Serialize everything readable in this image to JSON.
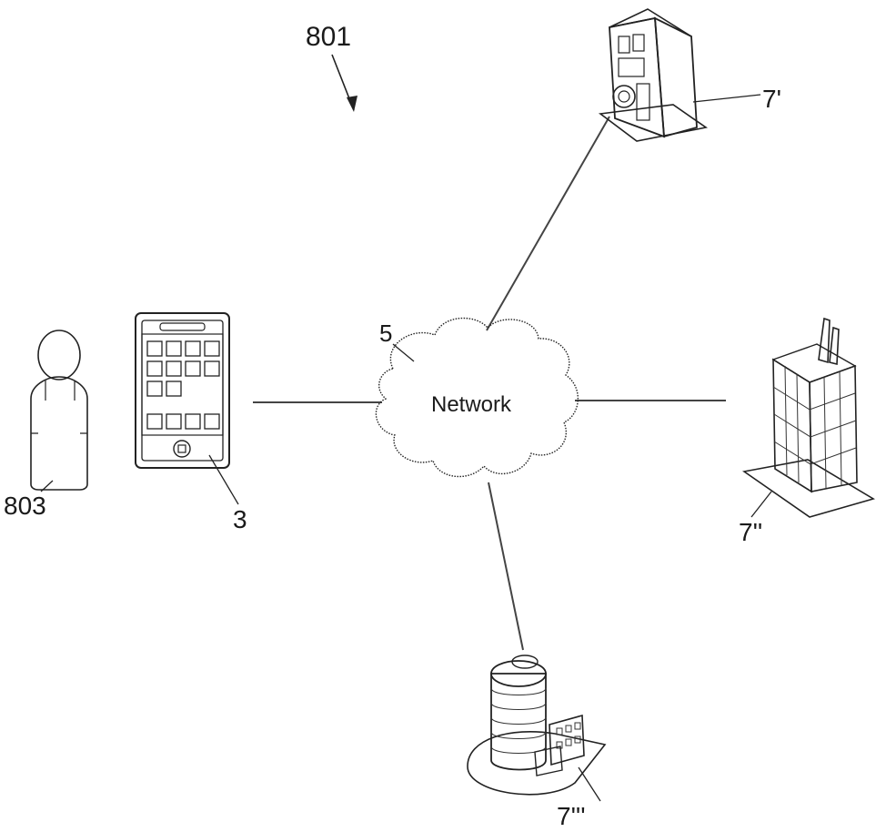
{
  "figure_label": "801",
  "network": {
    "ref": "5",
    "text": "Network"
  },
  "user": {
    "ref": "803",
    "icon": "person-icon"
  },
  "device": {
    "ref": "3",
    "icon": "smartphone-icon"
  },
  "nodes": [
    {
      "ref": "7'",
      "icon": "kiosk-machine-icon"
    },
    {
      "ref": "7''",
      "icon": "skyscraper-building-icon"
    },
    {
      "ref": "7'''",
      "icon": "office-complex-icon"
    }
  ]
}
